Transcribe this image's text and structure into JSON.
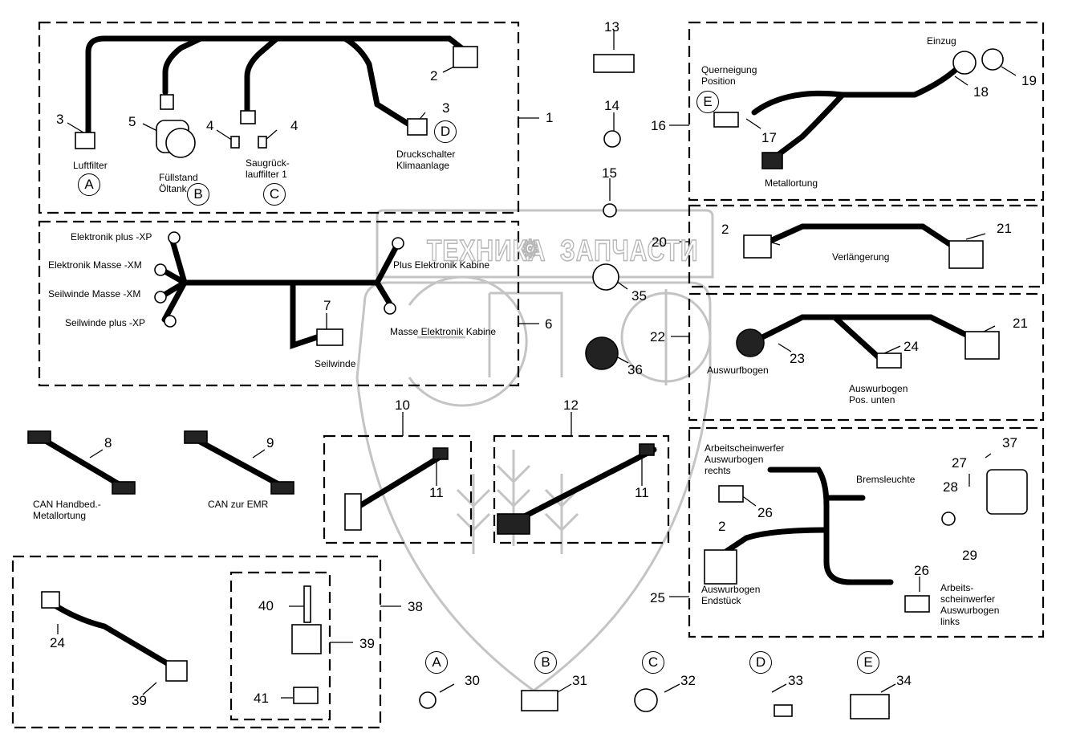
{
  "diagram": {
    "title": "Wiring harness parts diagram",
    "watermark": {
      "left": "ТЕХНИКА",
      "right": "ЗАПЧАСТИ",
      "logo": "ЭПФ",
      "gear_icon": "gear-icon"
    },
    "groups": [
      {
        "id": "1",
        "labels": [
          "Luftfilter",
          "Füllstand\nÖltank",
          "Saugrück-\nlauffilter 1",
          "Druckschalter\nKlimaanlage"
        ]
      },
      {
        "id": "6",
        "labels": [
          "Elektronik plus -XP",
          "Elektronik Masse -XM",
          "Seilwinde Masse -XM",
          "Seilwinde plus -XP",
          "Plus Elektronik Kabine",
          "Masse Elektronik Kabine",
          "Seilwinde"
        ]
      },
      {
        "id": "16",
        "labels": [
          "Querneigung\nPosition",
          "Einzug",
          "Metallortung"
        ]
      },
      {
        "id": "20",
        "labels": [
          "Verlängerung"
        ]
      },
      {
        "id": "22",
        "labels": [
          "Auswurfbogen",
          "Auswurbogen\nPos. unten"
        ]
      },
      {
        "id": "25",
        "labels": [
          "Arbeitscheinwerfer\nAuswurbogen\nrechts",
          "Bremsleuchte",
          "Auswurbogen\nEndstück",
          "Arbeits-\nscheinwerfer\nAuswurbogen\nlinks"
        ]
      },
      {
        "id": "38",
        "labels": []
      }
    ],
    "loose_labels": {
      "can_handbed": "CAN Handbed.-\nMetallortung",
      "can_emr": "CAN zur EMR"
    },
    "letters": [
      "A",
      "B",
      "C",
      "D",
      "E"
    ],
    "callouts": {
      "n1": "1",
      "n2a": "2",
      "n3a": "3",
      "n3b": "3",
      "n4a": "4",
      "n4b": "4",
      "n5": "5",
      "n6": "6",
      "n7": "7",
      "n8": "8",
      "n9": "9",
      "n10": "10",
      "n11a": "11",
      "n11b": "11",
      "n12": "12",
      "n13": "13",
      "n14": "14",
      "n15": "15",
      "n16": "16",
      "n17": "17",
      "n18": "18",
      "n19": "19",
      "n20": "20",
      "n2b": "2",
      "n21a": "21",
      "n22": "22",
      "n23": "23",
      "n24a": "24",
      "n21b": "21",
      "n25": "25",
      "n26a": "26",
      "n2c": "2",
      "n26b": "26",
      "n27": "27",
      "n28": "28",
      "n29": "29",
      "n37": "37",
      "n35": "35",
      "n36": "36",
      "n38": "38",
      "n24b": "24",
      "n39a": "39",
      "n40": "40",
      "n39b": "39",
      "n41": "41",
      "n30": "30",
      "n31": "31",
      "n32": "32",
      "n33": "33",
      "n34": "34"
    }
  }
}
